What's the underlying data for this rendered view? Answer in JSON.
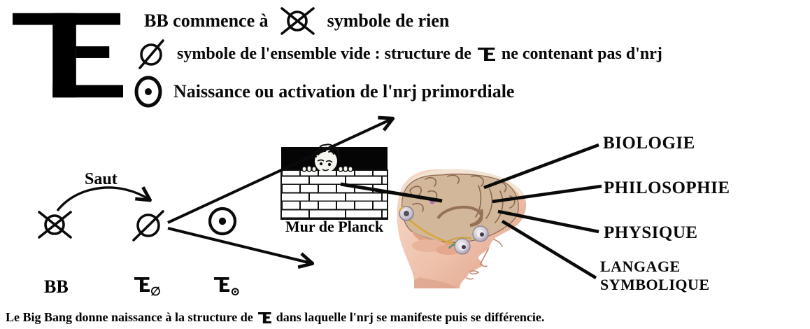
{
  "legend": {
    "line1": {
      "before": "BB commence à",
      "after": "symbole de rien",
      "icon": "crossed-circle-icon"
    },
    "line2": {
      "before": "symbole de l'ensemble vide : structure de",
      "after": "ne contenant pas d'nrj",
      "icon": "empty-set-icon",
      "inline_symbol": "E-structure-symbol"
    },
    "line3": {
      "text": "Naissance ou activation de l'nrj primordiale",
      "icon": "circled-dot-icon"
    }
  },
  "process": {
    "saut_label": "Saut",
    "bb_label": "BB",
    "e_empty_subscript": "∅",
    "e_dot_subscript": "⊙"
  },
  "wall": {
    "caption": "Mur de Planck"
  },
  "branches": [
    "BIOLOGIE",
    "PHILOSOPHIE",
    "PHYSIQUE",
    "LANGAGE SYMBOLIQUE"
  ],
  "caption": {
    "before": "Le Big Bang donne naissance à la structure de",
    "after": "dans laquelle l'nrj se manifeste puis se différencie."
  },
  "icons": [
    "E-structure-symbol",
    "crossed-circle-icon",
    "empty-set-icon",
    "circled-dot-icon",
    "planck-wall-illustration",
    "kilroy-figure",
    "head-brain-illustration"
  ],
  "colors": {
    "ink": "#0a0a0a",
    "background": "#ffffff",
    "skin": "#eec0aa",
    "skin_shadow": "#d79b82",
    "brain": "#d2b79a",
    "brain_line": "#8a6750",
    "limbic": "#dfa488",
    "nerve_yellow": "#d9a73c",
    "eye_gray": "#d8d2dc"
  }
}
